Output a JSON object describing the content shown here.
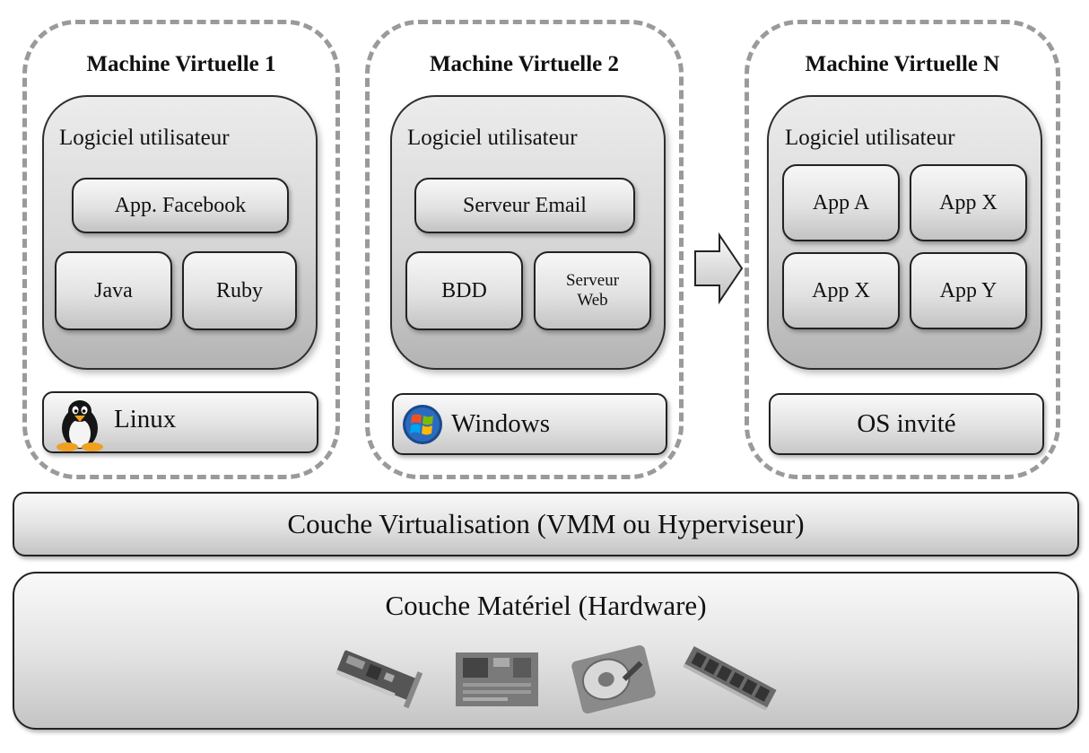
{
  "vms": [
    {
      "title": "Machine Virtuelle 1",
      "software_label": "Logiciel utilisateur",
      "apps": [
        "App. Facebook",
        "Java",
        "Ruby"
      ],
      "os": "Linux",
      "os_icon": "tux-penguin-icon"
    },
    {
      "title": "Machine Virtuelle 2",
      "software_label": "Logiciel utilisateur",
      "apps": [
        "Serveur Email",
        "BDD",
        "Serveur",
        "Web"
      ],
      "os": "Windows",
      "os_icon": "windows-logo-icon"
    },
    {
      "title": "Machine Virtuelle N",
      "software_label": "Logiciel utilisateur",
      "apps": [
        "App A",
        "App X",
        "App X",
        "App Y"
      ],
      "os": "OS invité"
    }
  ],
  "virtualization_layer": "Couche Virtualisation (VMM ou Hyperviseur)",
  "hardware_layer": {
    "label": "Couche Matériel (Hardware)",
    "components": [
      "network-card-icon",
      "motherboard-chip-icon",
      "hard-disk-icon",
      "ram-module-icon"
    ]
  },
  "colors": {
    "dashed_border": "#9a9a9a",
    "box_outline": "#222222",
    "gradient_light": "#f7f7f7",
    "gradient_dark": "#c3c3c3"
  }
}
